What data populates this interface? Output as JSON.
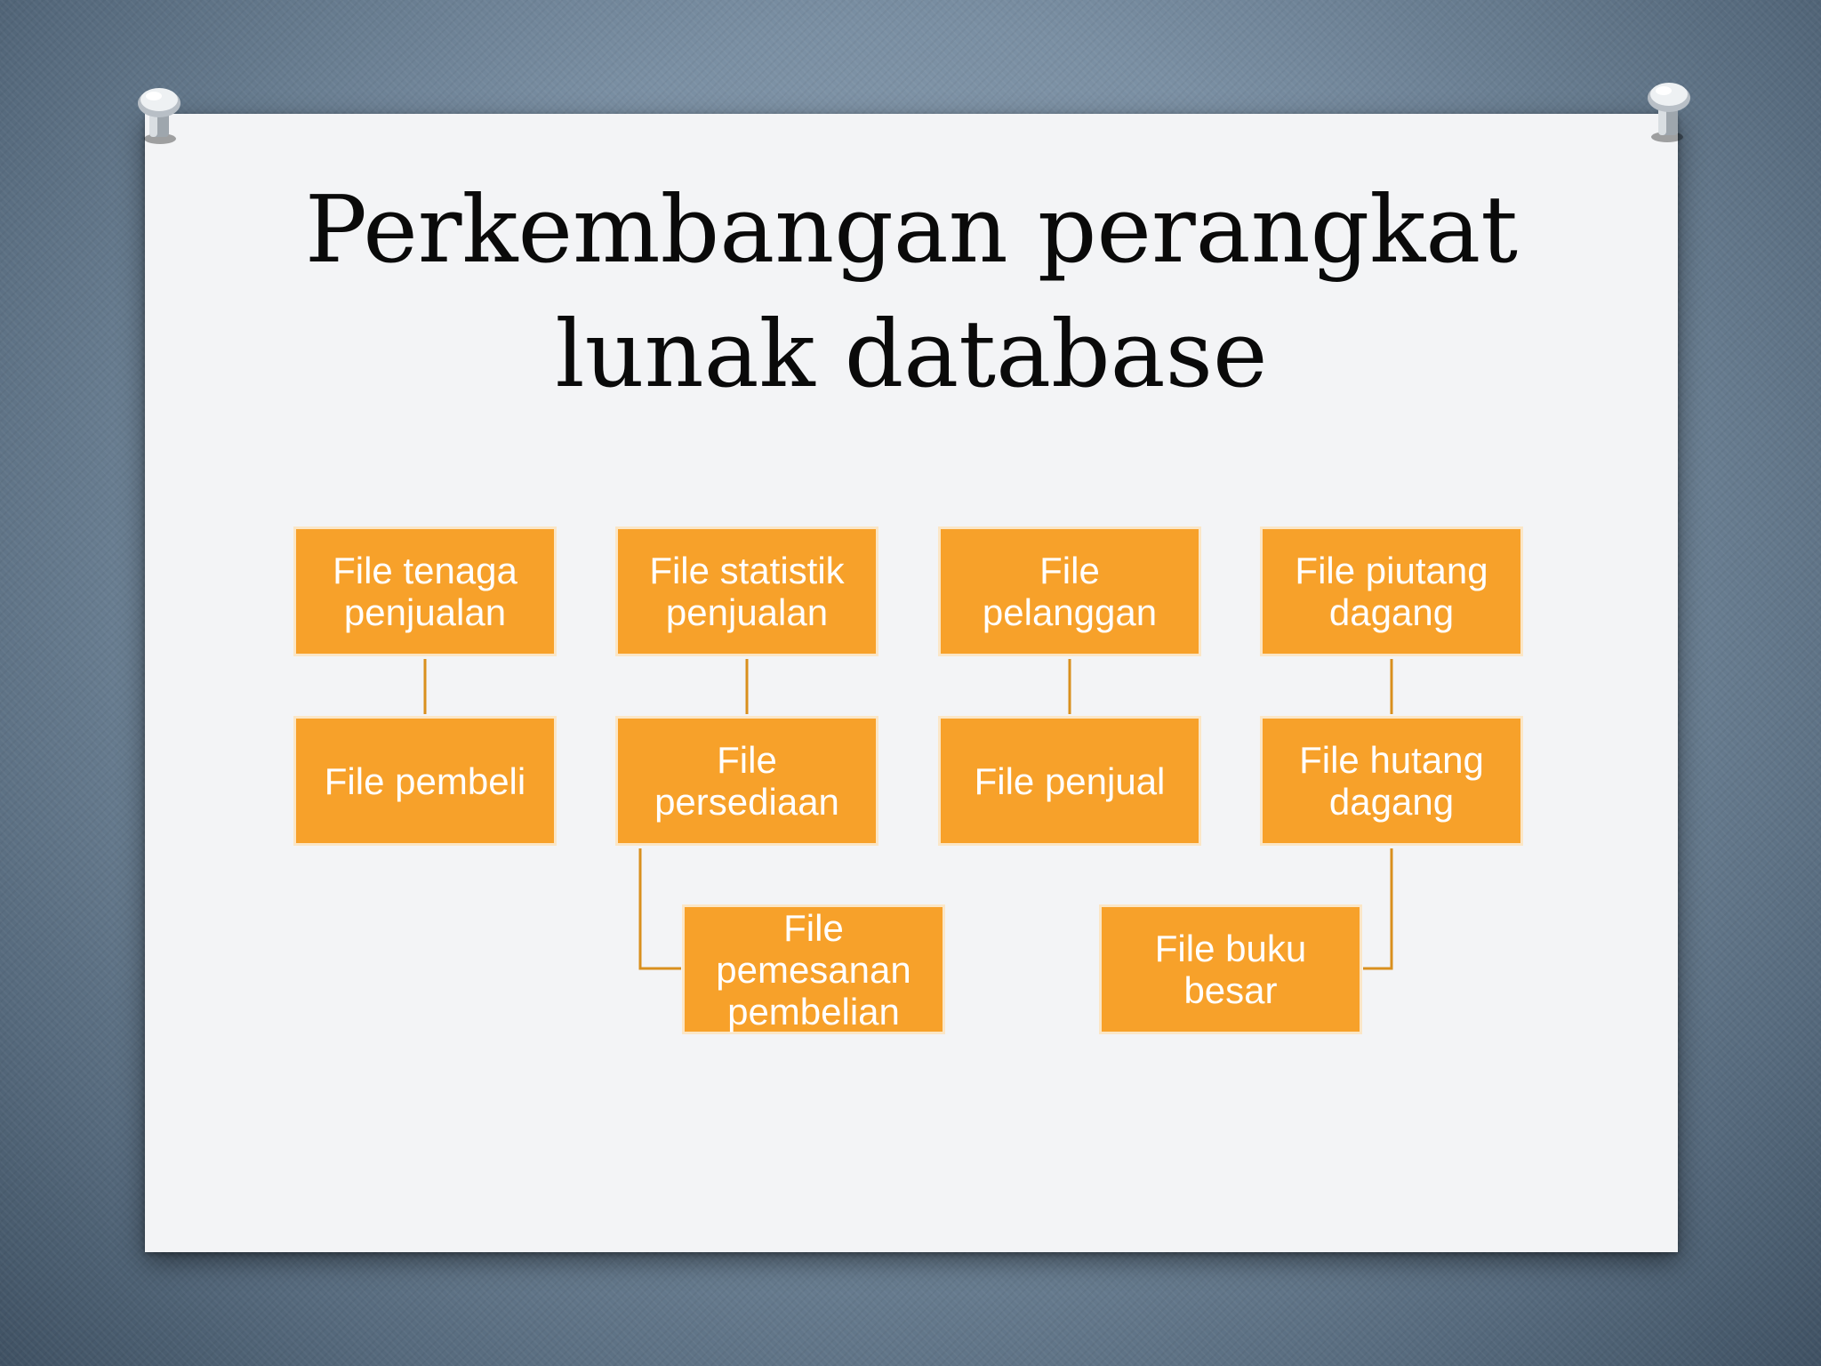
{
  "slide": {
    "title_line1": "Perkembangan perangkat",
    "title_line2": "lunak database"
  },
  "colors": {
    "box_fill": "#f7a12a",
    "box_border": "#fbe6c6",
    "connector": "#d9901e",
    "paper": "#f3f4f6",
    "background": "#7a8fa3"
  },
  "diagram": {
    "columns": [
      {
        "top": "File tenaga\npenjualan",
        "middle": "File pembeli"
      },
      {
        "top": "File statistik\npenjualan",
        "middle": "File\npersediaan",
        "child": "File\npemesanan\npembelian"
      },
      {
        "top": "File\npelanggan",
        "middle": "File penjual"
      },
      {
        "top": "File piutang\ndagang",
        "middle": "File hutang\ndagang",
        "child": "File buku\nbesar"
      }
    ]
  }
}
